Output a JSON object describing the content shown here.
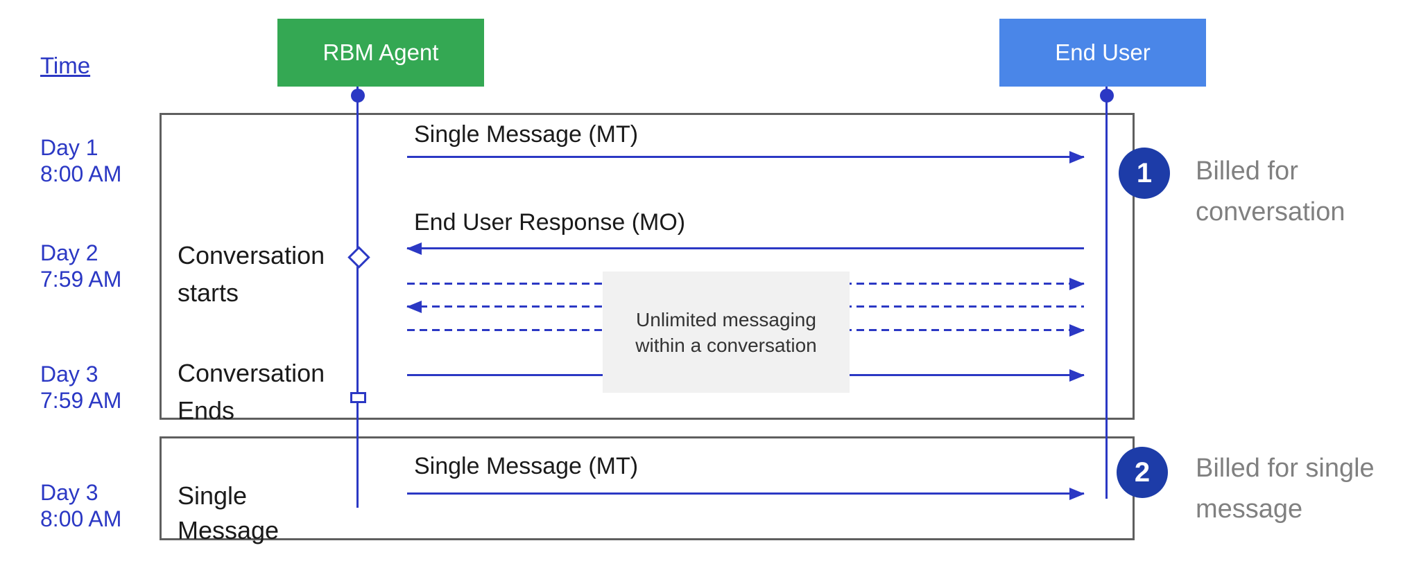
{
  "colors": {
    "blue": "#2b38c4",
    "green": "#34a853",
    "user_blue": "#4a86e8",
    "badge_blue": "#1d3ca8",
    "caption_gray": "#808080",
    "note_bg": "#f1f1f1",
    "frame_border": "#5f5f5f",
    "text_black": "#1a1a1a"
  },
  "header": {
    "time_label": "Time"
  },
  "actors": {
    "agent": "RBM Agent",
    "end_user": "End User"
  },
  "timeline": [
    {
      "day": "Day 1",
      "time": "8:00 AM"
    },
    {
      "day": "Day 2",
      "time": "7:59 AM"
    },
    {
      "day": "Day 3",
      "time": "7:59 AM"
    },
    {
      "day": "Day 3",
      "time": "8:00 AM"
    }
  ],
  "frame1": {
    "conversation_starts": {
      "line1": "Conversation",
      "line2": "starts"
    },
    "conversation_ends": {
      "line1": "Conversation",
      "line2": "Ends"
    },
    "messages": {
      "single_message_mt": "Single Message (MT)",
      "end_user_response_mo": "End User Response (MO)"
    },
    "note": {
      "line1": "Unlimited messaging",
      "line2": "within a conversation"
    }
  },
  "frame2": {
    "left_label": {
      "line1": "Single",
      "line2": "Message"
    },
    "message": "Single Message (MT)"
  },
  "annotations": [
    {
      "number": "1",
      "line1": "Billed for",
      "line2": "conversation"
    },
    {
      "number": "2",
      "line1": "Billed for single",
      "line2": "message"
    }
  ]
}
